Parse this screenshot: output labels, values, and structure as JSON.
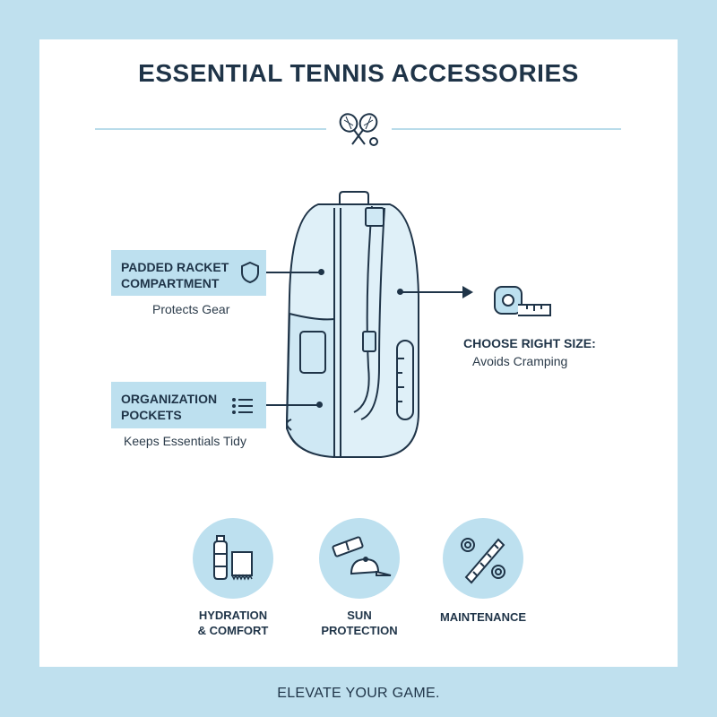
{
  "title": "ESSENTIAL TENNIS ACCESSORIES",
  "features": {
    "padded": {
      "line1": "PADDED RACKET",
      "line2": "COMPARTMENT",
      "caption": "Protects Gear",
      "icon": "shield-icon"
    },
    "pockets": {
      "line1": "ORGANIZATION",
      "line2": "POCKETS",
      "caption": "Keeps Essentials Tidy",
      "icon": "list-icon"
    },
    "size": {
      "title": "CHOOSE RIGHT SIZE:",
      "caption": "Avoids Cramping",
      "icon": "measuring-tape-icon"
    }
  },
  "categories": [
    {
      "line1": "HYDRATION",
      "line2": "& COMFORT",
      "icon": "water-bottle-towel-icon"
    },
    {
      "line1": "SUN",
      "line2": "PROTECTION",
      "icon": "sunscreen-cap-icon"
    },
    {
      "line1": "MAINTENANCE",
      "line2": "",
      "icon": "grip-dampener-icon"
    }
  ],
  "footer": "ELEVATE YOUR GAME.",
  "colors": {
    "background": "#bfe0ee",
    "accent": "#bde0ef",
    "ink": "#1f3448"
  }
}
